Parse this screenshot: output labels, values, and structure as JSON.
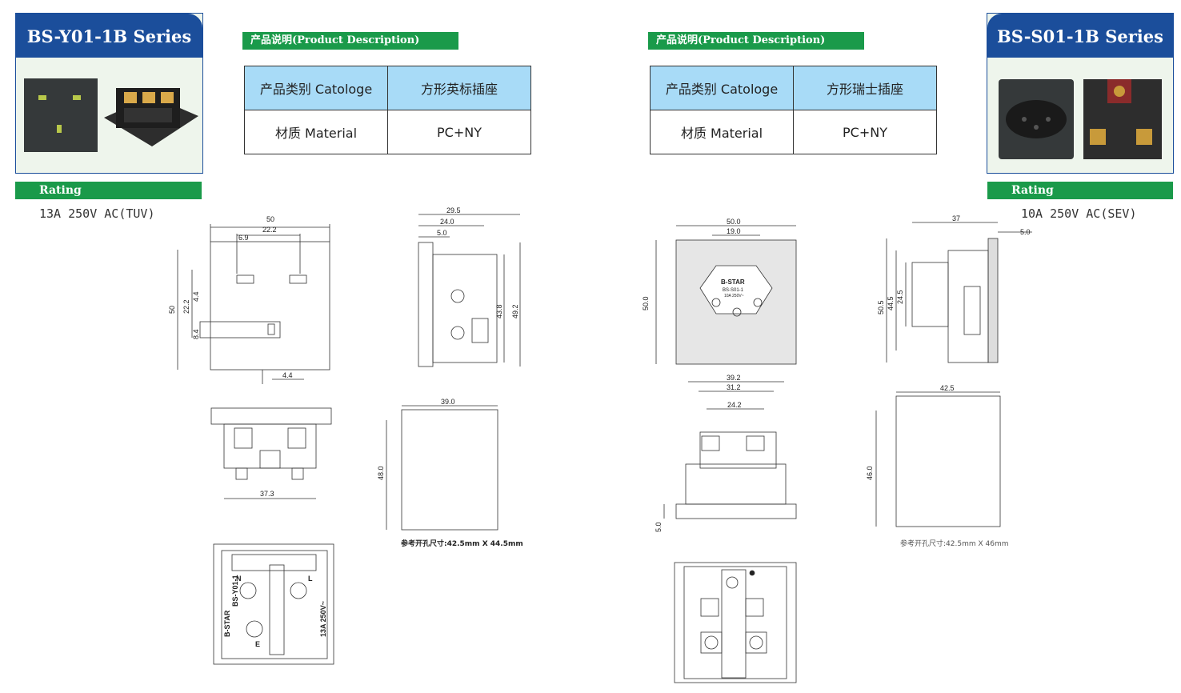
{
  "left_series": {
    "title": "BS-Y01-1B Series",
    "rating_label": "Rating",
    "rating_value": "13A 250V AC(TUV)"
  },
  "right_series": {
    "title": "BS-S01-1B Series",
    "rating_label": "Rating",
    "rating_value": "10A 250V AC(SEV)"
  },
  "left_desc": {
    "header": "产品说明(Product Description)",
    "rows": [
      {
        "label": "产品类别 Catologe",
        "value": "方形英标插座"
      },
      {
        "label": "材质 Material",
        "value": "PC+NY"
      }
    ]
  },
  "right_desc": {
    "header": "产品说明(Product Description)",
    "rows": [
      {
        "label": "产品类别 Catologe",
        "value": "方形瑞士插座"
      },
      {
        "label": "材质 Material",
        "value": "PC+NY"
      }
    ]
  },
  "left_drawings": {
    "front_dims": {
      "w": "50",
      "w2": "22.2",
      "w3": "6.9",
      "h": "50",
      "h2": "22.2",
      "h3": "4.4",
      "h4": "8.4",
      "b": "4.4"
    },
    "side_dims": {
      "d1": "29.5",
      "d2": "24.0",
      "d3": "5.0",
      "h1": "43.8",
      "h2": "49.2"
    },
    "bottom_dims": {
      "w": "37.3"
    },
    "cutout_dims": {
      "w": "39.0",
      "h": "48.0"
    },
    "cutout_note": "参考开孔尺寸:42.5mm X 44.5mm",
    "back_labels": {
      "n": "N",
      "l": "L",
      "brand": "B-STAR",
      "model": "BS-Y01-1",
      "rating": "13A 250V~",
      "earth": "E"
    }
  },
  "right_drawings": {
    "front_dims": {
      "w": "50.0",
      "w2": "19.0",
      "h": "50.0"
    },
    "front_labels": {
      "brand": "B-STAR",
      "model": "BS-S01-1",
      "rating": "10A 250V~"
    },
    "side_dims": {
      "d1": "37",
      "d2": "5.0",
      "h1": "50.5",
      "h2": "44.5",
      "h3": "24.5"
    },
    "top_dims": {
      "w1": "39.2",
      "w2": "31.2",
      "w3": "24.2",
      "h": "5.0"
    },
    "cutout_dims": {
      "w": "42.5",
      "h": "46.0"
    },
    "cutout_note": "参考开孔尺寸:42.5mm X 46mm"
  }
}
